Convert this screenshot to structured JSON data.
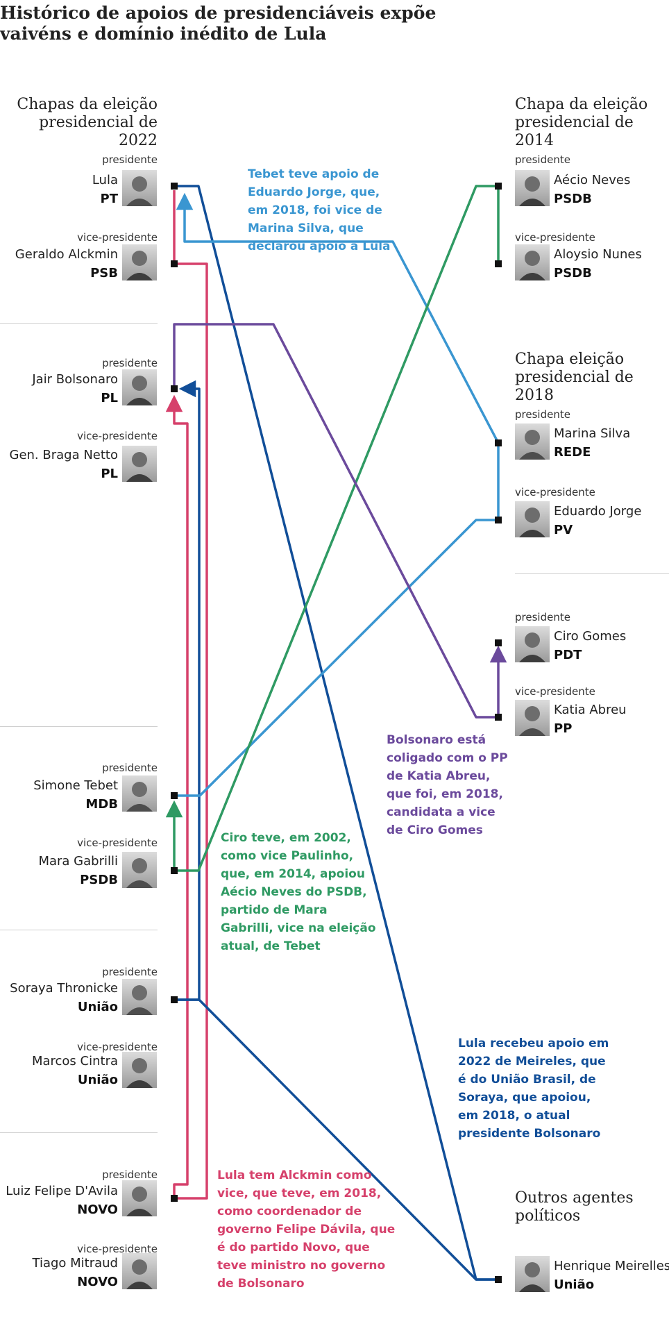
{
  "title": "Histórico de apoios de presidenciáveis expõe vaivéns e domínio inédito de Lula",
  "headers": {
    "left_2022": "Chapas da eleição presidencial de 2022",
    "right_2014": "Chapa da eleição presidencial de 2014",
    "right_2018": "Chapa eleição presidencial de 2018",
    "right_others": "Outros agentes políticos"
  },
  "roles": {
    "president": "presidente",
    "vice": "vice-presidente"
  },
  "left_people": [
    {
      "role": "presidente",
      "name": "Lula",
      "party": "PT"
    },
    {
      "role": "vice-presidente",
      "name": "Geraldo Alckmin",
      "party": "PSB"
    },
    {
      "role": "presidente",
      "name": "Jair Bolsonaro",
      "party": "PL"
    },
    {
      "role": "vice-presidente",
      "name": "Gen. Braga Netto",
      "party": "PL"
    },
    {
      "role": "presidente",
      "name": "Simone Tebet",
      "party": "MDB"
    },
    {
      "role": "vice-presidente",
      "name": "Mara Gabrilli",
      "party": "PSDB"
    },
    {
      "role": "presidente",
      "name": "Soraya Thronicke",
      "party": "União"
    },
    {
      "role": "vice-presidente",
      "name": "Marcos Cintra",
      "party": "União"
    },
    {
      "role": "presidente",
      "name": "Luiz Felipe D'Avila",
      "party": "NOVO"
    },
    {
      "role": "vice-presidente",
      "name": "Tiago Mitraud",
      "party": "NOVO"
    }
  ],
  "right_people": [
    {
      "role": "presidente",
      "name": "Aécio Neves",
      "party": "PSDB"
    },
    {
      "role": "vice-presidente",
      "name": "Aloysio Nunes",
      "party": "PSDB"
    },
    {
      "role": "presidente",
      "name": "Marina Silva",
      "party": "REDE"
    },
    {
      "role": "vice-presidente",
      "name": "Eduardo Jorge",
      "party": "PV"
    },
    {
      "role": "presidente",
      "name": "Ciro Gomes",
      "party": "PDT"
    },
    {
      "role": "vice-presidente",
      "name": "Katia Abreu",
      "party": "PP"
    },
    {
      "role": "",
      "name": "Henrique Meirelles",
      "party": "União"
    }
  ],
  "notes": {
    "tebet": "Tebet teve apoio de Eduardo Jorge, que, em 2018, foi vice de Marina Silva, que declarou apoio a Lula",
    "bolsonaro": "Bolsonaro está coligado com o PP de Katia Abreu, que foi, em 2018, candidata a vice de Ciro Gomes",
    "ciro": "Ciro teve, em 2002, como vice Paulinho, que, em 2014, apoiou Aécio Neves do PSDB, partido de Mara Gabrilli, vice na eleição atual, de Tebet",
    "lula_meireles": "Lula recebeu apoio em 2022 de Meireles, que é do União Brasil, de Soraya, que apoiou, em 2018, o atual presidente Bolsonaro",
    "lula_alckmin": "Lula tem Alckmin como vice, que teve, em 2018, como coordenador de governo Felipe Dávila, que é do partido Novo, que teve ministro no governo de Bolsonaro"
  },
  "colors": {
    "pink": "#d6406b",
    "navy": "#114e98",
    "blue_light": "#3a96d1",
    "purple": "#6b4a9c",
    "green": "#2f9a63"
  }
}
